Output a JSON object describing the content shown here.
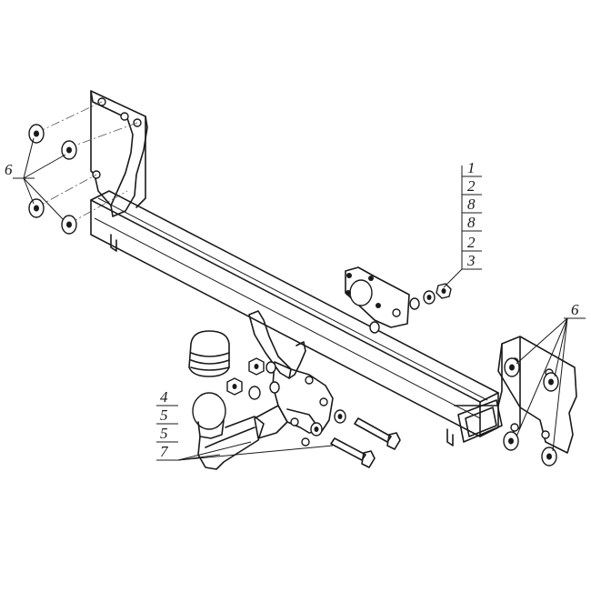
{
  "diagram": {
    "parts_list_callout": [
      "1",
      "2",
      "8",
      "8",
      "2",
      "3"
    ],
    "ball_callout": [
      "4",
      "5",
      "5",
      "7"
    ],
    "washer_left_label": "6",
    "washer_right_label": "6"
  }
}
